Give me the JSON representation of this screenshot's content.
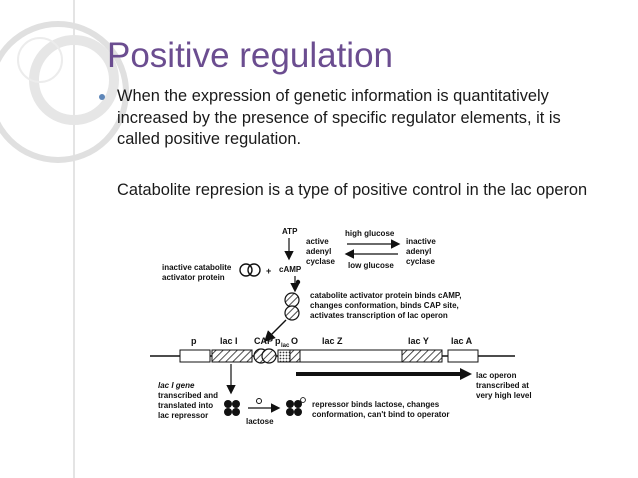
{
  "slide": {
    "title": "Positive regulation",
    "bullets": [
      "When the expression of genetic information is quantitatively increased by the presence of specific regulator elements, it is called positive regulation.",
      "Catabolite represion is a type of positive control in the lac operon"
    ]
  },
  "diagram": {
    "atp": "ATP",
    "high_glucose": "high glucose",
    "low_glucose": "low glucose",
    "active": "active",
    "adenyl": "adenyl",
    "cyclase": "cyclase",
    "inactive": "inactive",
    "inactive_cap_line1": "inactive catabolite",
    "inactive_cap_line2": "activator protein",
    "plus": "+",
    "camp": "cAMP",
    "cap_binds_line1": "catabolite activator protein binds cAMP,",
    "cap_binds_line2": "changes conformation, binds CAP site,",
    "cap_binds_line3": "activates transcription of lac operon",
    "gene_p": "p",
    "gene_laci": "lac I",
    "gene_cap": "CAP",
    "gene_plac": "p",
    "gene_plac_sub": "lac",
    "gene_o": "O",
    "gene_lacz": "lac Z",
    "gene_lacy": "lac Y",
    "gene_laca": "lac A",
    "laci_gene_line1": "lac I gene",
    "laci_gene_line2": "transcribed and",
    "laci_gene_line3": "translated into",
    "laci_gene_line4": "lac repressor",
    "lactose": "lactose",
    "repressor_line1": "repressor binds lactose, changes",
    "repressor_line2": "conformation, can't bind to operator",
    "operon_line1": "lac operon",
    "operon_line2": "transcribed at",
    "operon_line3": "very high level"
  }
}
